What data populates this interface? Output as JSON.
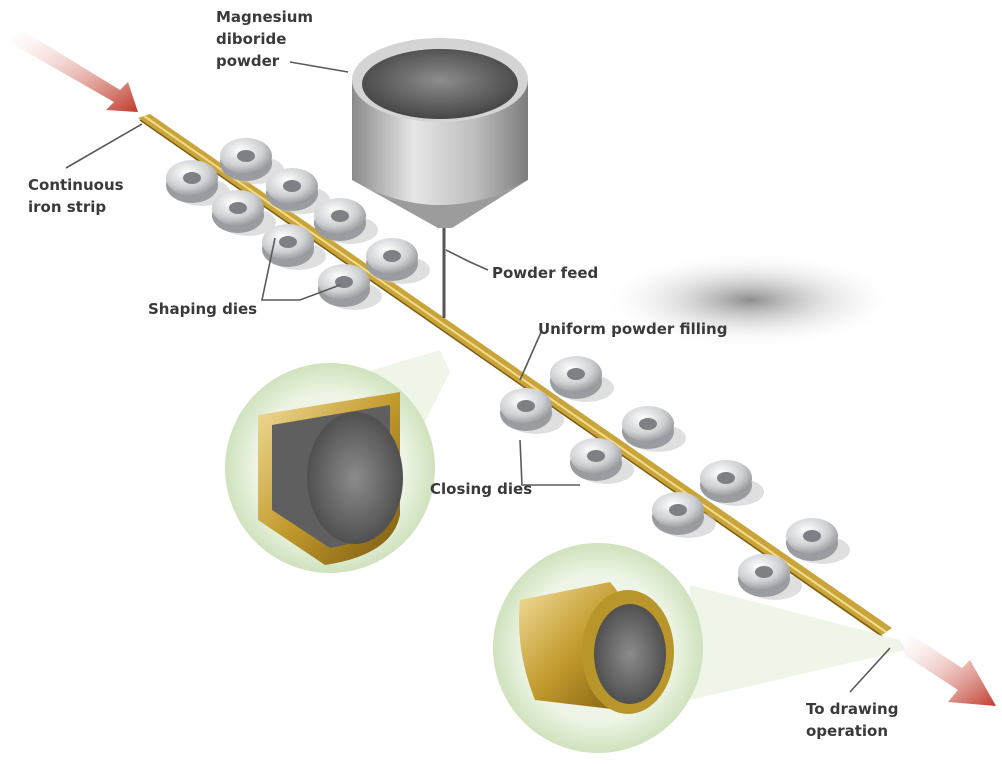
{
  "labels": {
    "powder": [
      "Magnesium",
      "diboride",
      "powder"
    ],
    "strip": [
      "Continuous",
      "iron strip"
    ],
    "powder_feed": "Powder feed",
    "shaping_dies": "Shaping dies",
    "uniform_filling": "Uniform powder filling",
    "closing_dies": "Closing dies",
    "drawing": [
      "To drawing",
      "operation"
    ]
  },
  "colors": {
    "arrow": "#c0392b",
    "strip": "#c9a43a",
    "die": "#d8d9dc",
    "inset_bg": "#e3efd7",
    "text": "#3a3a3a"
  }
}
